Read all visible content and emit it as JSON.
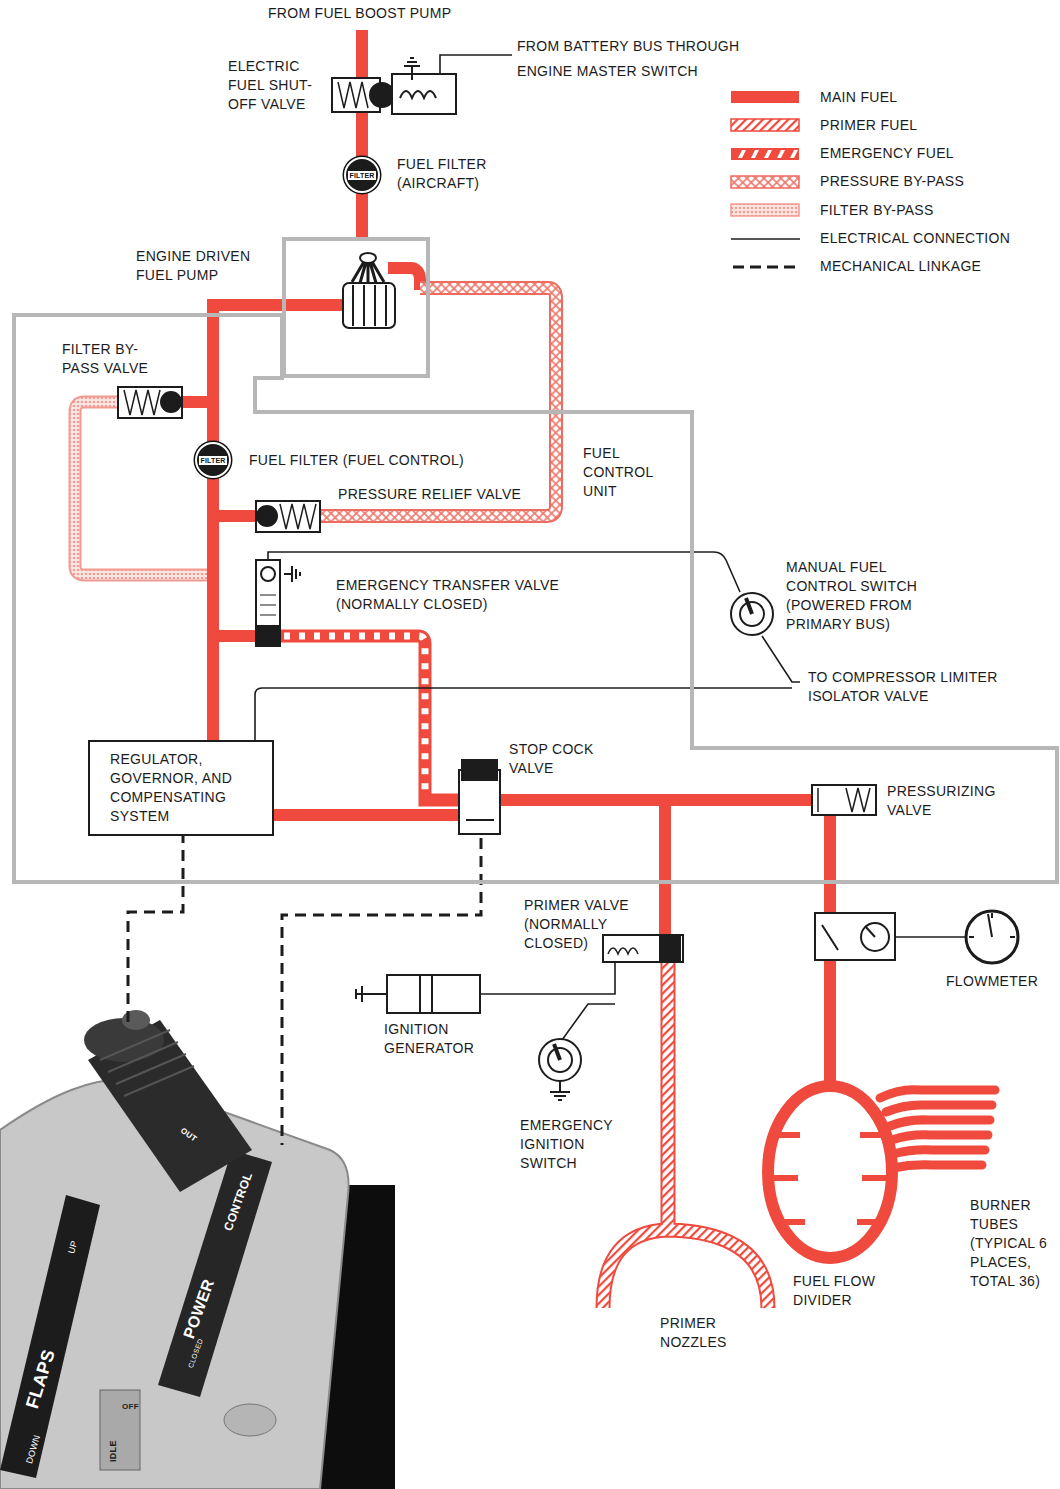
{
  "diagram": {
    "nodes": [
      {
        "text": [
          "FILTER"
        ]
      },
      {
        "text": [
          "ENGINE DRIVEN FUEL PUMP"
        ]
      },
      {
        "text": [
          "FUEL CONTROL UNIT"
        ]
      },
      {
        "text": [
          "FILTER"
        ],
        "in": 2
      },
      {
        "text": [
          "REGULATOR, GOVERNOR, AND COMPENSATING SYSTEM"
        ],
        "in": 2
      }
    ],
    "edges": [
      {
        "from": 0,
        "to": 1,
        "arrow": "none"
      },
      {
        "from": 1,
        "to": 3,
        "arrow": "none"
      },
      {
        "from": 3,
        "to": 4,
        "arrow": "none"
      }
    ],
    "labels": [
      "FROM FUEL BOOST PUMP",
      "FROM BATTERY BUS THROUGH ENGINE MASTER SWITCH",
      "ELECTRIC FUEL SHUT-OFF VALVE",
      "FUEL FILTER (AIRCRAFT)",
      "FILTER BY-PASS VALVE",
      "FUEL FILTER (FUEL CONTROL)",
      "PRESSURE RELIEF VALVE",
      "EMERGENCY TRANSFER VALVE (NORMALLY CLOSED)",
      "MANUAL FUEL CONTROL SWITCH (POWERED FROM PRIMARY BUS)",
      "TO COMPRESSOR LIMITER ISOLATOR VALVE",
      "STOP COCK VALVE",
      "PRESSURIZING VALVE",
      "PRIMER VALVE (NORMALLY CLOSED)",
      "FLOWMETER",
      "IGNITION GENERATOR",
      "EMERGENCY IGNITION SWITCH",
      "PRIMER NOZZLES",
      "FUEL FLOW DIVIDER",
      "BURNER TUBES (TYPICAL 6 PLACES, TOTAL 36)",
      "FLAPS",
      "DOWN",
      "UP",
      "POWER",
      "CONTROL",
      "CLOSED",
      "IDLE",
      "OFF",
      "OUT"
    ],
    "legend": [
      {
        "text": "MAIN FUEL",
        "color": "#ef4a3d"
      },
      {
        "text": "PRIMER FUEL"
      },
      {
        "text": "EMERGENCY FUEL"
      },
      {
        "text": "PRESSURE BY-PASS"
      },
      {
        "text": "FILTER BY-PASS"
      },
      {
        "text": "ELECTRICAL CONNECTION"
      },
      {
        "text": "MECHANICAL LINKAGE"
      }
    ]
  }
}
